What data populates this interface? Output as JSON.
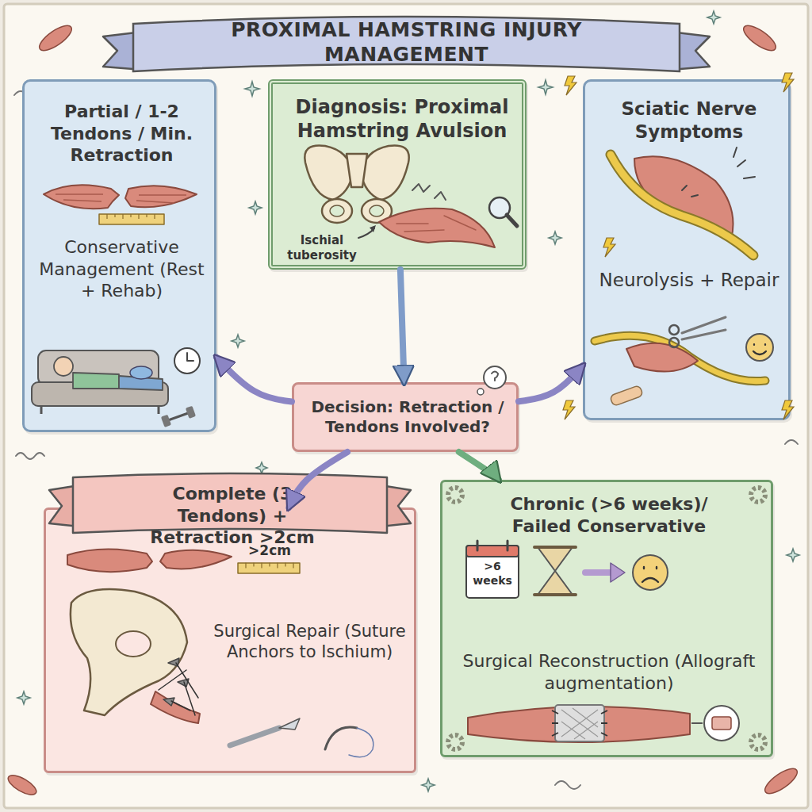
{
  "diagram": {
    "title": "PROXIMAL HAMSTRING INJURY MANAGEMENT",
    "nodes": [
      {
        "text": [
          "Diagnosis: Proximal Hamstring Avulsion"
        ]
      },
      {
        "text": [
          "Partial / 1-2 Tendons / Min. Retraction",
          "Conservative Management (Rest + Rehab)"
        ]
      },
      {
        "text": [
          "Decision: Retraction / Tendons Involved?"
        ]
      },
      {
        "text": [
          "Sciatic Nerve Symptoms",
          "Neurolysis + Repair"
        ]
      },
      {
        "text": [
          "Complete (3 Tendons) + Retraction >2cm",
          "Surgical Repair (Suture Anchors to Ischium)"
        ]
      },
      {
        "text": [
          "Chronic (>6 weeks)/ Failed Conservative",
          "Surgical Reconstruction (Allograft augmentation)"
        ]
      }
    ],
    "edges": [
      {
        "from": 0,
        "to": 2,
        "arrow": "to"
      },
      {
        "from": 2,
        "to": 1,
        "arrow": "to"
      },
      {
        "from": 2,
        "to": 3,
        "arrow": "to"
      },
      {
        "from": 2,
        "to": 4,
        "arrow": "to"
      },
      {
        "from": 2,
        "to": 5,
        "arrow": "to"
      }
    ],
    "labels": [
      "Ischial tuberosity",
      ">2cm",
      ">6 weeks"
    ]
  }
}
